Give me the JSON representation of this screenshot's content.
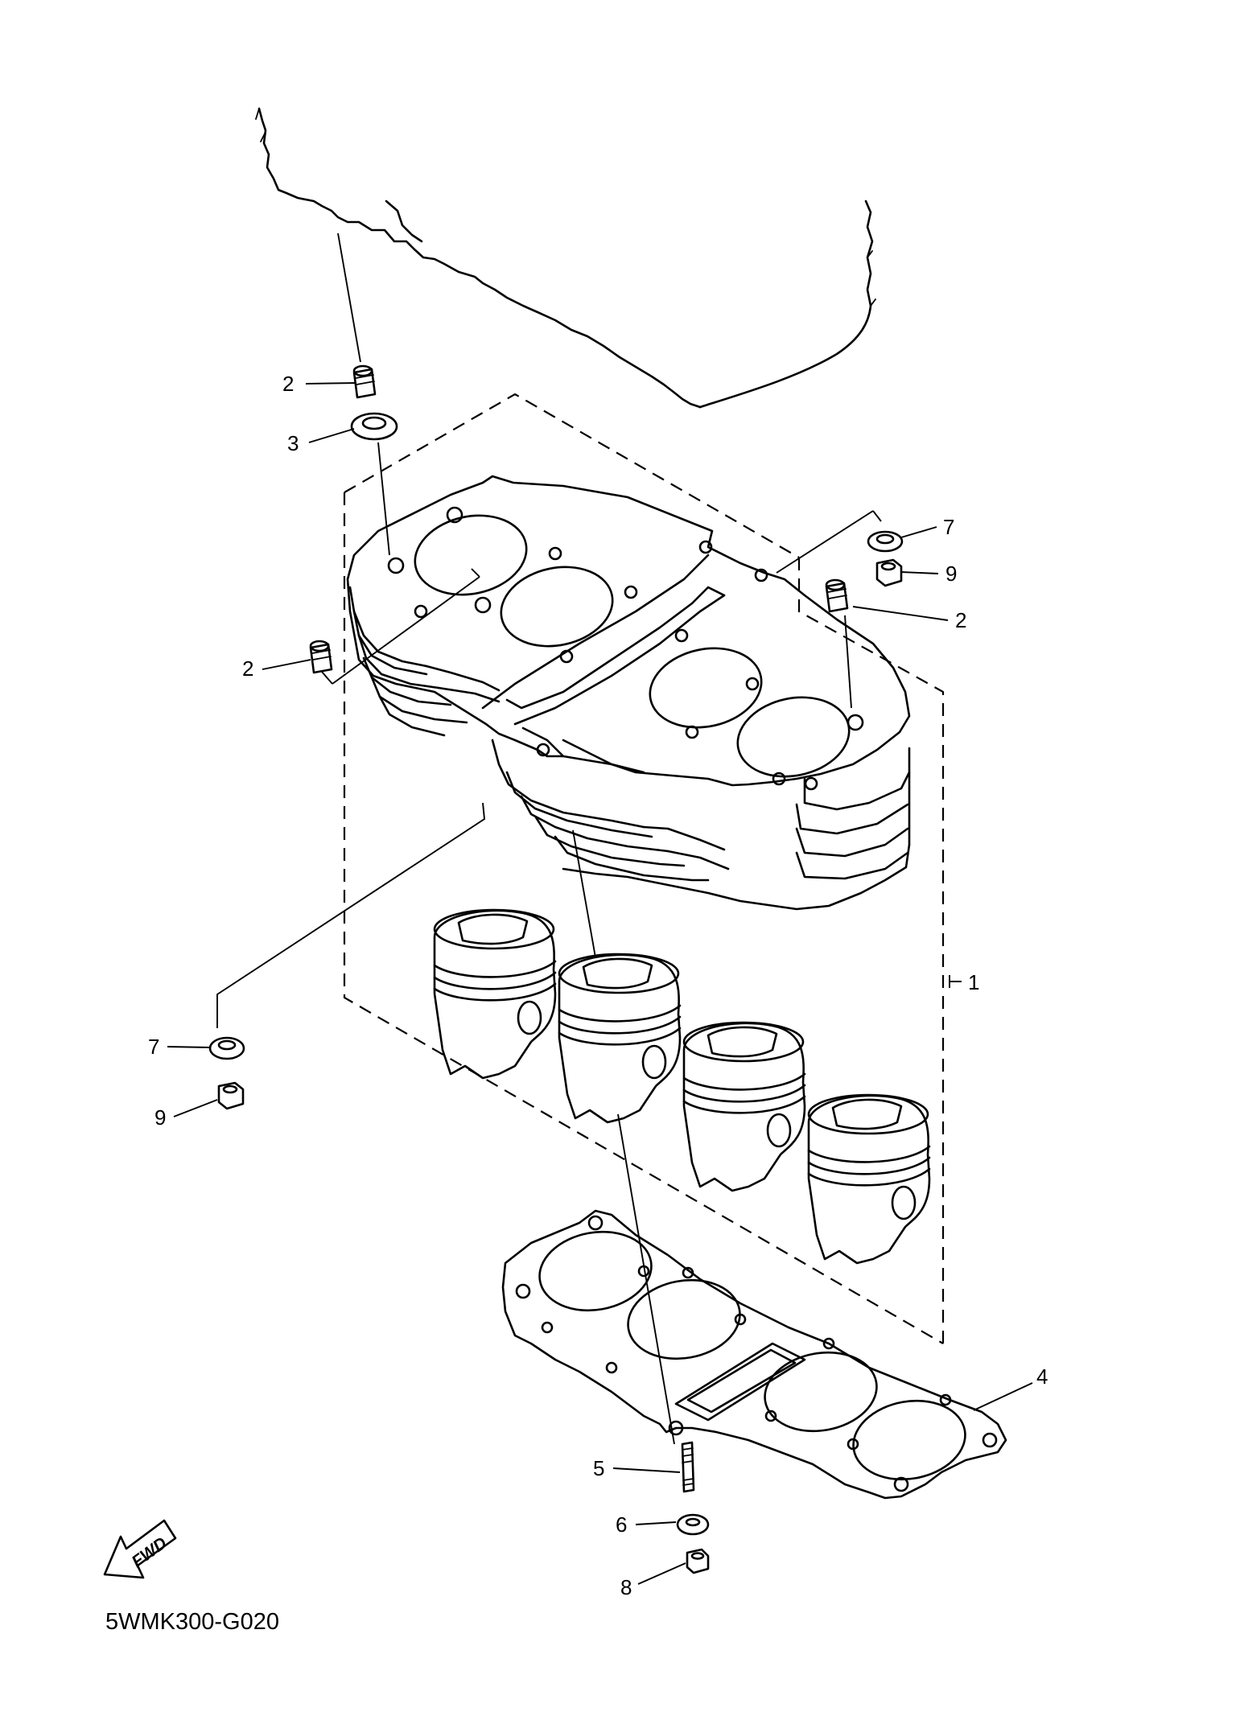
{
  "diagram_code": "5WMK300-G020",
  "direction_label": "FWD",
  "callouts": [
    {
      "id": "c1",
      "label": "1"
    },
    {
      "id": "c2a",
      "label": "2"
    },
    {
      "id": "c2b",
      "label": "2"
    },
    {
      "id": "c2c",
      "label": "2"
    },
    {
      "id": "c3",
      "label": "3"
    },
    {
      "id": "c4",
      "label": "4"
    },
    {
      "id": "c5",
      "label": "5"
    },
    {
      "id": "c6",
      "label": "6"
    },
    {
      "id": "c7a",
      "label": "7"
    },
    {
      "id": "c7b",
      "label": "7"
    },
    {
      "id": "c8",
      "label": "8"
    },
    {
      "id": "c9a",
      "label": "9"
    },
    {
      "id": "c9b",
      "label": "9"
    }
  ]
}
